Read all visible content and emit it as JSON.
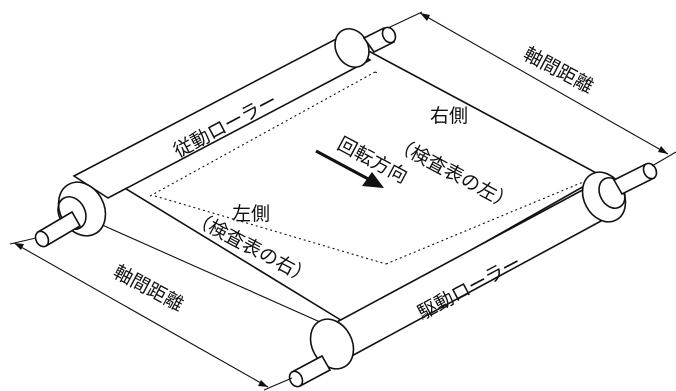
{
  "labels": {
    "driven_roller": "従動ローラー",
    "drive_roller": "駆動ローラー",
    "right_side": "右側",
    "right_side_note": "（検査表の左）",
    "left_side": "左側",
    "left_side_note": "（検査表の右）",
    "rotation_direction": "回転方向",
    "axis_distance_top": "軸間距離",
    "axis_distance_bottom": "軸間距離"
  }
}
